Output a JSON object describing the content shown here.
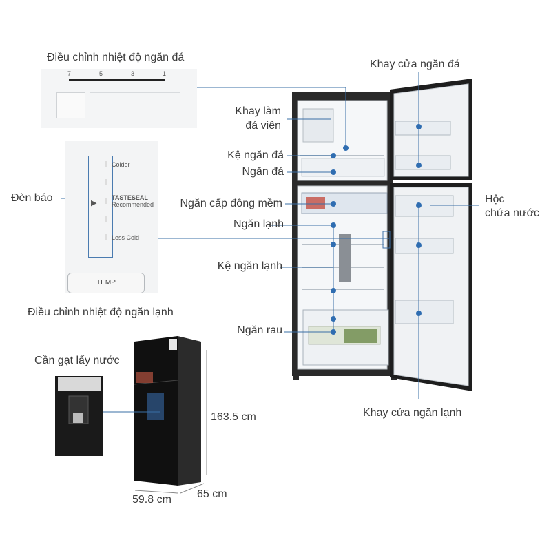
{
  "labels": {
    "freezer_temp_control": "Điều chỉnh nhiệt độ ngăn đá",
    "freezer_door_tray": "Khay cửa ngăn đá",
    "ice_tray_line1": "Khay làm",
    "ice_tray_line2": "đá viên",
    "freezer_shelf": "Kệ ngăn đá",
    "freezer": "Ngăn đá",
    "indicator_light": "Đèn báo",
    "soft_freeze": "Ngăn cấp đông mềm",
    "water_tank_line1": "Hộc",
    "water_tank_line2": "chứa nước",
    "fridge": "Ngăn lạnh",
    "fridge_shelf": "Kệ ngăn lạnh",
    "fridge_temp_control": "Điều chỉnh nhiệt độ ngăn lạnh",
    "vegetable_drawer": "Ngăn rau",
    "fridge_door_tray": "Khay cửa ngăn lạnh",
    "water_lever": "Cần gạt lấy nước"
  },
  "freezer_dial": {
    "ticks": [
      "7",
      "5",
      "3",
      "1"
    ]
  },
  "fridge_panel": {
    "colder": "Colder",
    "tasteseal": "TASTESEAL",
    "recommended": "Recommended",
    "less_cold": "Less Cold",
    "temp_button": "TEMP"
  },
  "dimensions": {
    "height": "163.5 cm",
    "width": "59.8 cm",
    "depth": "65 cm"
  },
  "colors": {
    "leader_line": "#3a6fa6",
    "dot": "#2f6db1",
    "fridge_body": "#1c1c1c",
    "interior": "#f4f6f8"
  }
}
